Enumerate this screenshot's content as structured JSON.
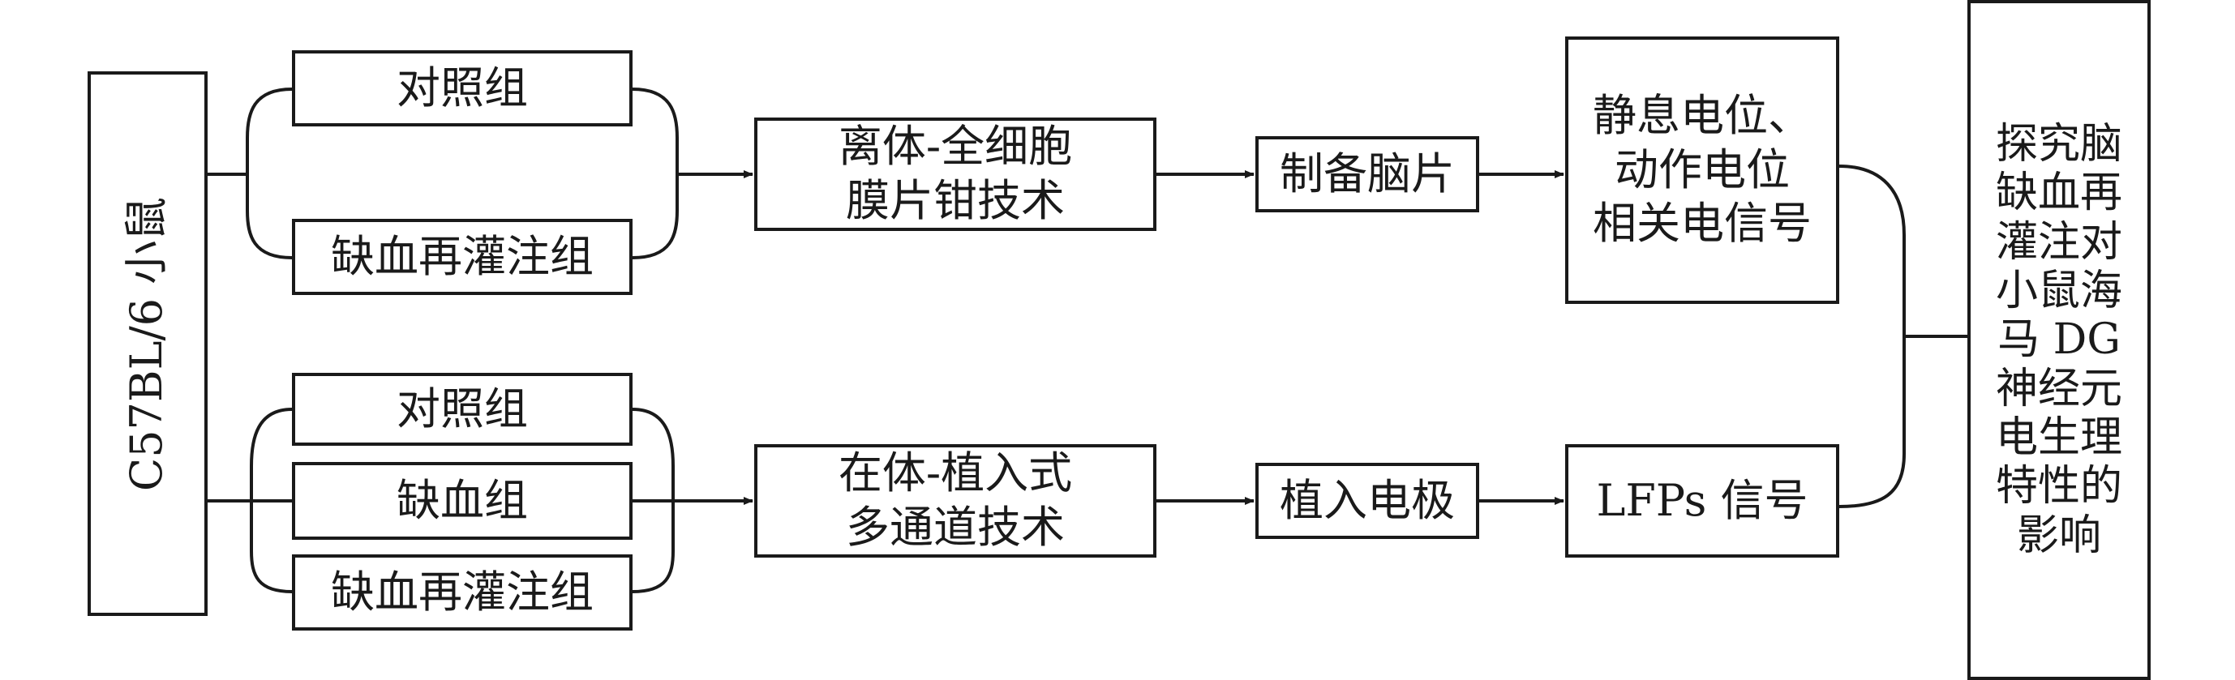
{
  "subject": "C57BL/6 小鼠",
  "upper": {
    "groups": [
      "对照组",
      "缺血再灌注组"
    ],
    "technique": "离体-全细胞\n膜片钳技术",
    "step": "制备脑片",
    "signal": "静息电位、\n动作电位\n相关电信号"
  },
  "lower": {
    "groups": [
      "对照组",
      "缺血组",
      "缺血再灌注组"
    ],
    "technique": "在体-植入式\n多通道技术",
    "step": "植入电极",
    "signal": "LFPs 信号"
  },
  "conclusion": "探究脑\n缺血再\n灌注对\n小鼠海\n马 DG\n神经元\n电生理\n特性的\n影响"
}
